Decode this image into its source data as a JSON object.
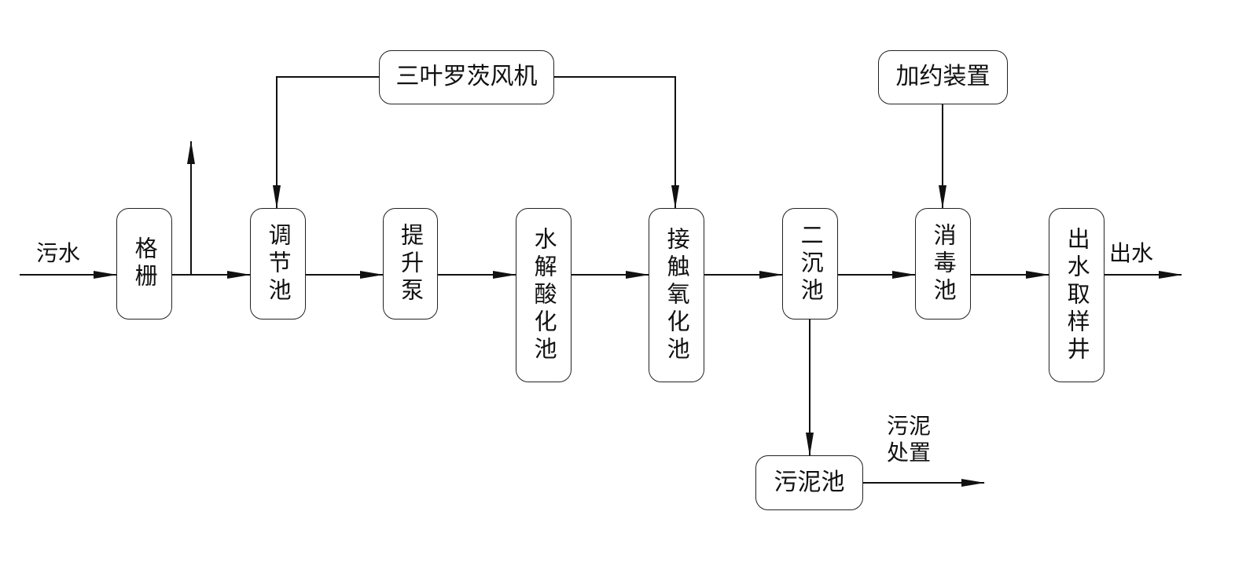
{
  "labels": {
    "inflow": "污水",
    "outflow": "出水",
    "sludge_disposal": "污泥\n处置"
  },
  "boxes": {
    "grille": "格栅",
    "equalization_tank": "调节池",
    "lift_pump": "提升泵",
    "hydrolysis_acidification_tank": "水解酸化池",
    "contact_oxidation_tank": "接触氧化池",
    "secondary_clarifier": "二沉池",
    "disinfection_tank": "消毒池",
    "effluent_sampling_well": "出水取样井",
    "roots_blower": "三叶罗茨风机",
    "dosing_device": "加约装置",
    "sludge_tank": "污泥池"
  },
  "colors": {
    "line": "#111111",
    "box_border": "#222222"
  }
}
